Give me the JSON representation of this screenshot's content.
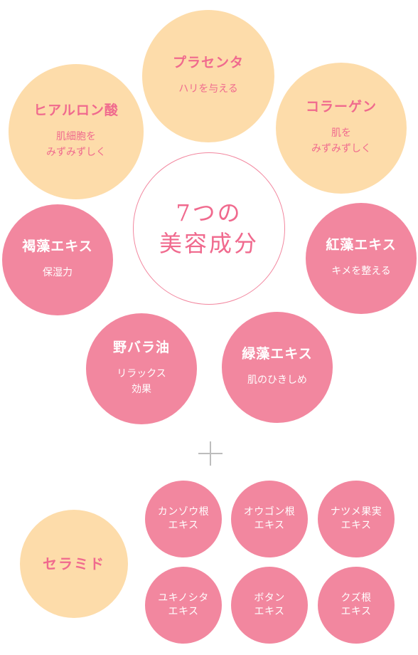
{
  "center": {
    "line1": "7つの",
    "line2": "美容成分"
  },
  "ingredients": [
    {
      "name": "プラセンタ",
      "desc": "ハリを与える"
    },
    {
      "name": "ヒアルロン酸",
      "desc": "肌細胞を\nみずみずしく"
    },
    {
      "name": "コラーゲン",
      "desc": "肌を\nみずみずしく"
    },
    {
      "name": "褐藻エキス",
      "desc": "保湿力"
    },
    {
      "name": "紅藻エキス",
      "desc": "キメを整える"
    },
    {
      "name": "野バラ油",
      "desc": "リラックス\n効果"
    },
    {
      "name": "緑藻エキス",
      "desc": "肌のひきしめ"
    }
  ],
  "ceramide": "セラミド",
  "extras": [
    "カンゾウ根\nエキス",
    "オウゴン根\nエキス",
    "ナツメ果実\nエキス",
    "ユキノシタ\nエキス",
    "ボタン\nエキス",
    "クズ根\nエキス"
  ],
  "colors": {
    "peach": "#fddcaa",
    "pink": "#f2879f",
    "accent_text": "#f06a8e",
    "plus": "#bdbdbd"
  }
}
